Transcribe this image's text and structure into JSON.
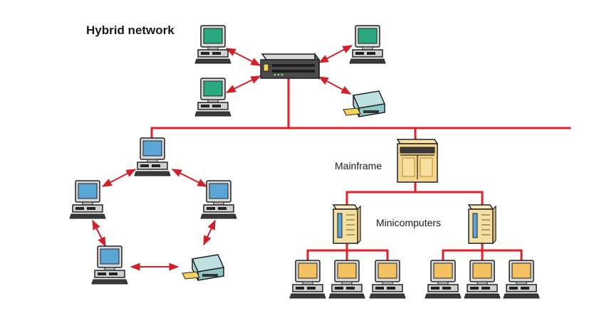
{
  "title": "Hybrid network",
  "labels": {
    "mainframe": "Mainframe",
    "minicomputers": "Minicomputers"
  },
  "colors": {
    "link": "#e0202a",
    "arrow": "#d0202a",
    "screen_green": "#2aa980",
    "screen_blue": "#5aa6d6",
    "screen_yellow": "#f3c15f",
    "mainframe_body": "#f5d58a",
    "server_body": "#f4e0a4"
  },
  "icons": {
    "workstation": "desktop-computer-icon",
    "hub": "network-hub-icon",
    "printer": "printer-icon",
    "mainframe": "mainframe-icon",
    "server": "server-tower-icon"
  }
}
